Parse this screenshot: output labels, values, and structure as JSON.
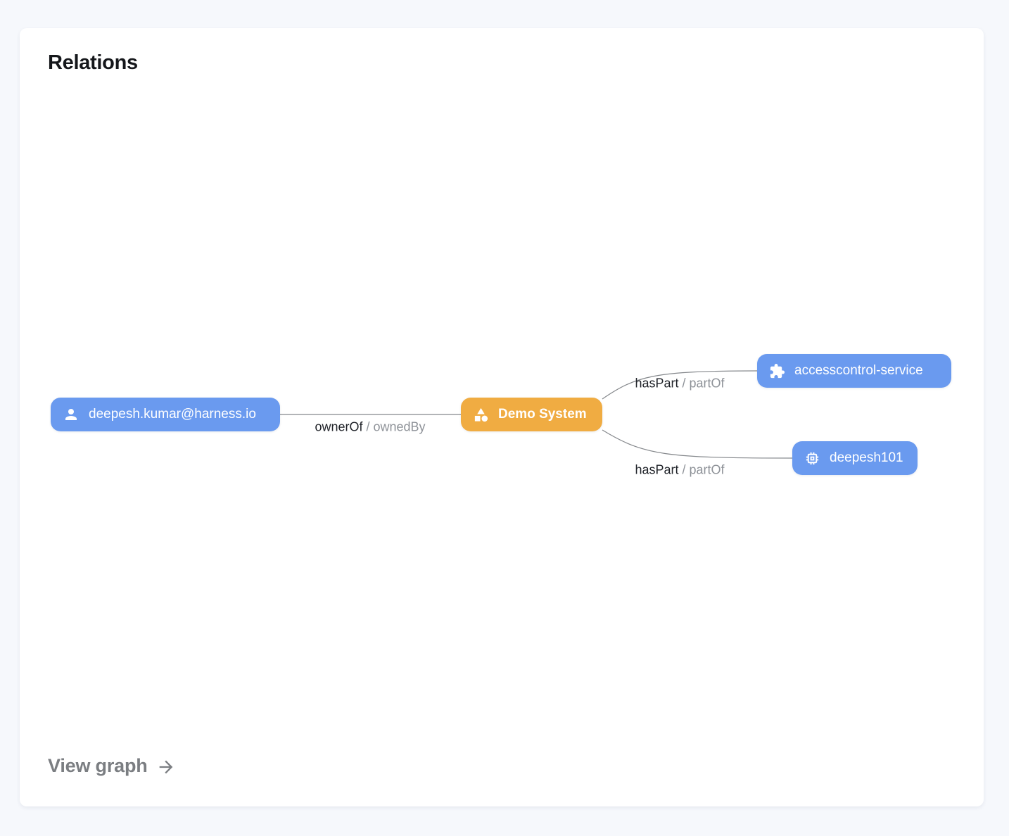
{
  "card": {
    "title": "Relations",
    "footer": {
      "link_label": "View graph",
      "arrow_icon": "arrow-right-icon"
    }
  },
  "graph": {
    "nodes": [
      {
        "id": "user",
        "label": "deepesh.kumar@harness.io",
        "icon": "person-icon",
        "color": "#6A9AEF"
      },
      {
        "id": "demo-system",
        "label": "Demo System",
        "icon": "category-icon",
        "color": "#F0AC42"
      },
      {
        "id": "accesscontrol-service",
        "label": "accesscontrol-service",
        "icon": "puzzle-icon",
        "color": "#6A9AEF"
      },
      {
        "id": "deepesh101",
        "label": "deepesh101",
        "icon": "chip-icon",
        "color": "#6A9AEF"
      }
    ],
    "edges": [
      {
        "from": "user",
        "to": "demo-system",
        "label_primary": "ownerOf",
        "label_secondary": "/ ownedBy"
      },
      {
        "from": "demo-system",
        "to": "accesscontrol-service",
        "label_primary": "hasPart",
        "label_secondary": "/ partOf"
      },
      {
        "from": "demo-system",
        "to": "deepesh101",
        "label_primary": "hasPart",
        "label_secondary": "/ partOf"
      }
    ],
    "edge_color": "#85888c",
    "label_primary_color": "#1f2228",
    "label_secondary_color": "#8e9298",
    "background_color": "#f6f8fc",
    "card_color": "#ffffff"
  }
}
